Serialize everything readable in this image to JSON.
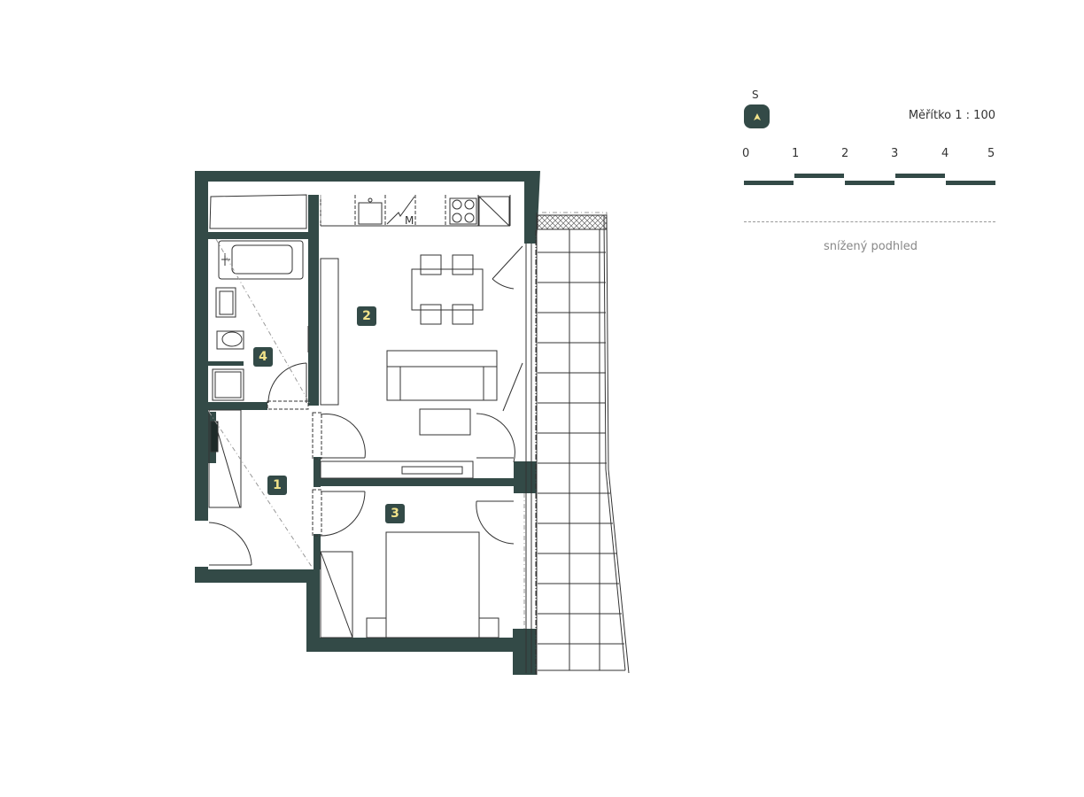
{
  "legend": {
    "north_label": "S",
    "north_icon": "north-arrow-icon",
    "scale_label": "Měřítko 1 : 100",
    "scale_ticks": [
      "0",
      "1",
      "2",
      "3",
      "4",
      "5"
    ],
    "ceiling_legend": "snížený podhled"
  },
  "rooms": [
    {
      "number": "1"
    },
    {
      "number": "2"
    },
    {
      "number": "3"
    },
    {
      "number": "4"
    }
  ],
  "kitchen": {
    "microwave_label": "M"
  },
  "colors": {
    "wall": "#334a47",
    "badge_text": "#f2e38a",
    "line": "#333333"
  }
}
